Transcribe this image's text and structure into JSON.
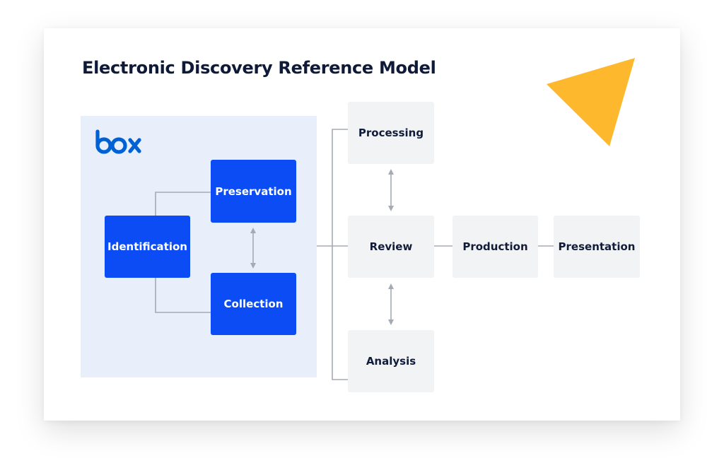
{
  "diagram": {
    "title": "Electronic Discovery Reference Model",
    "logo": {
      "name": "box-logo",
      "text": "box",
      "color": "#0061d5"
    },
    "accent_shape": {
      "name": "triangle-decoration",
      "color": "#fdb82e"
    },
    "colors": {
      "box_stage": "#0b4cf4",
      "other_stage": "#f2f3f4",
      "box_panel": "#e8effb",
      "connector": "#a5aab4"
    },
    "nodes": {
      "identification": "Identification",
      "preservation": "Preservation",
      "collection": "Collection",
      "processing": "Processing",
      "review": "Review",
      "analysis": "Analysis",
      "production": "Production",
      "presentation": "Presentation"
    }
  }
}
